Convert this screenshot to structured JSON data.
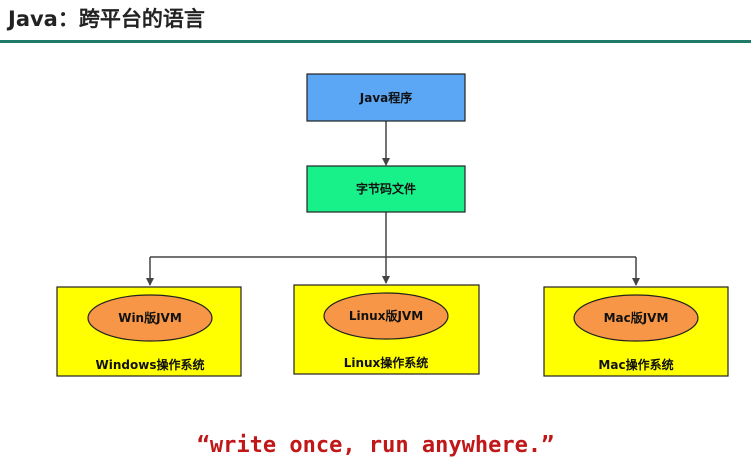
{
  "header": {
    "title": "Java：跨平台的语言"
  },
  "diagram": {
    "top_node": "Java程序",
    "middle_node": "字节码文件",
    "platforms": [
      {
        "jvm": "Win版JVM",
        "os": "Windows操作系统"
      },
      {
        "jvm": "Linux版JVM",
        "os": "Linux操作系统"
      },
      {
        "jvm": "Mac版JVM",
        "os": "Mac操作系统"
      }
    ]
  },
  "footer": {
    "slogan": "“write once, run anywhere.”"
  },
  "colors": {
    "top_node": "#5ba7f5",
    "middle_node": "#18f08a",
    "platform_box": "#ffff00",
    "jvm_ellipse": "#f79646",
    "slogan": "#c01818",
    "title_rule": "#1f7a68"
  }
}
